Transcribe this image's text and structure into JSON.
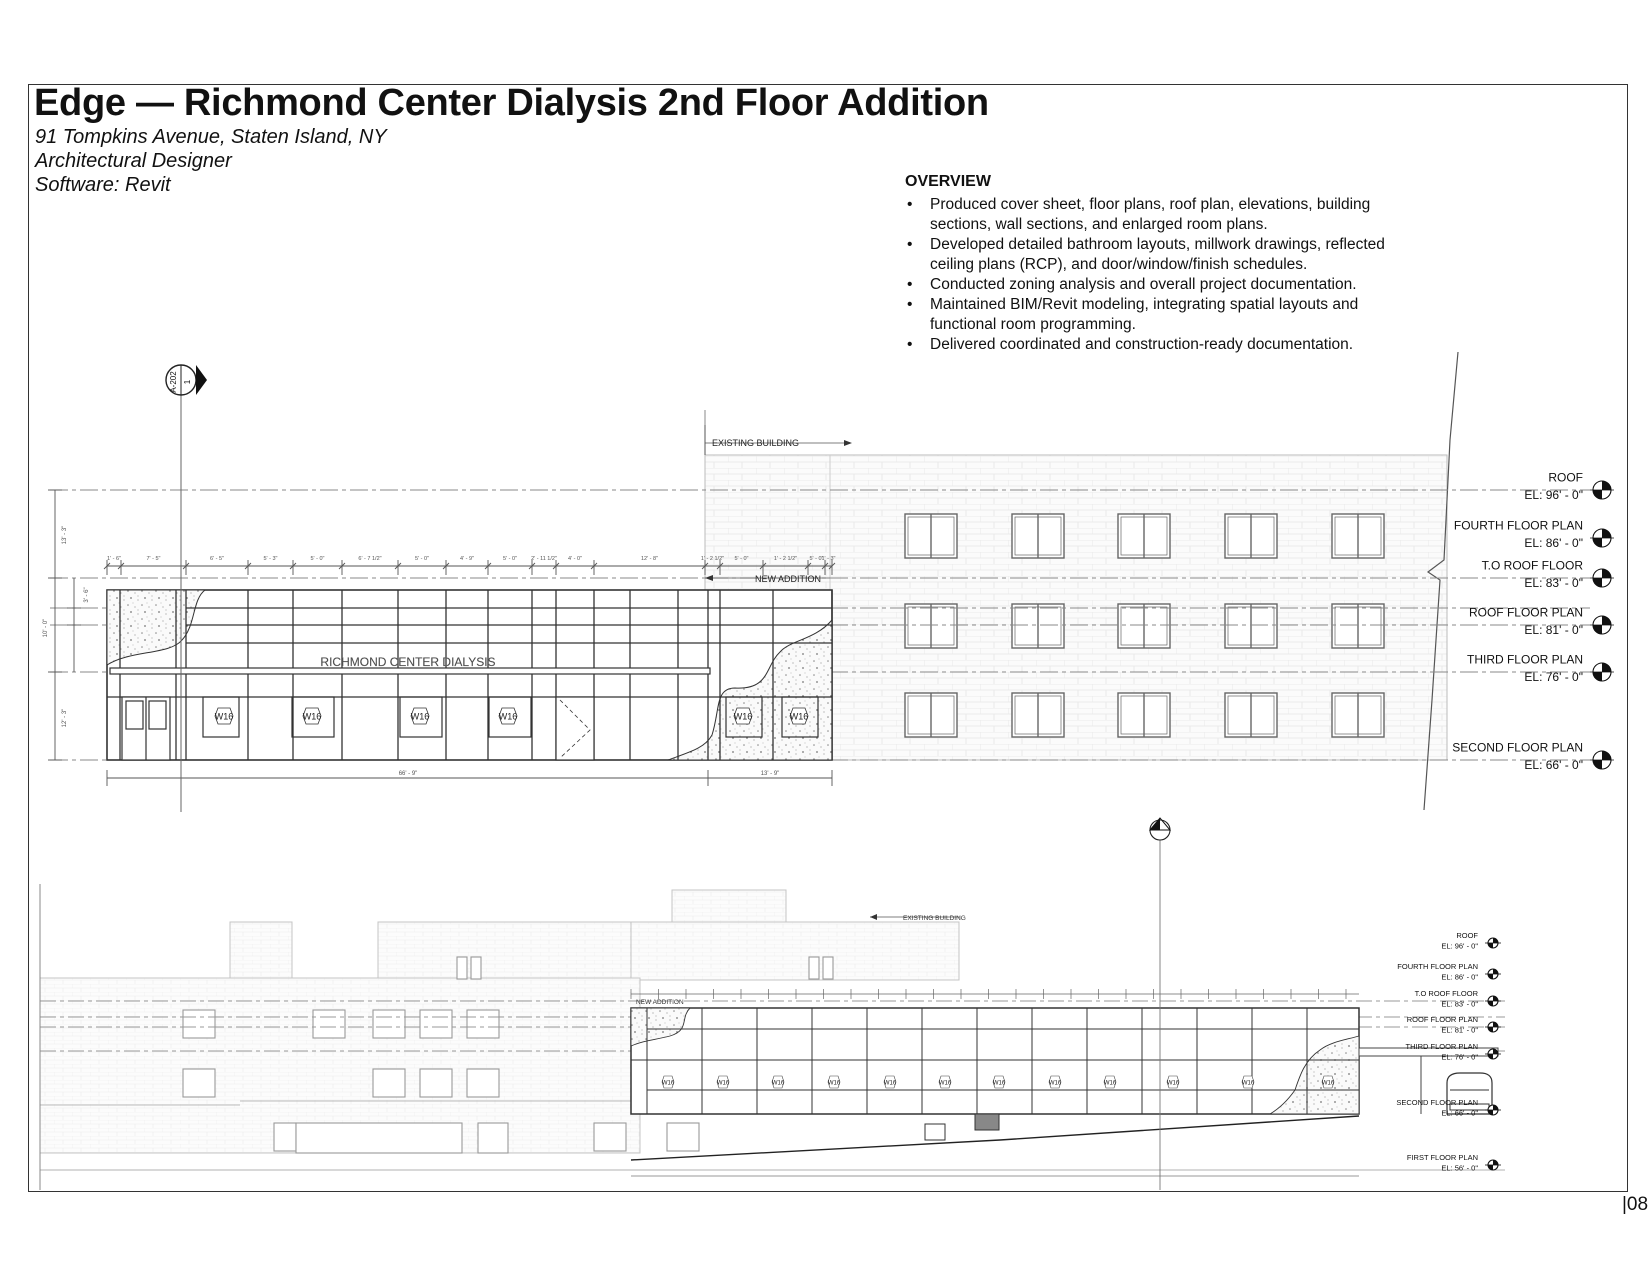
{
  "header": {
    "title": "Edge — Richmond Center Dialysis 2nd Floor Addition",
    "address": "91 Tompkins Avenue, Staten Island, NY",
    "role": "Architectural Designer",
    "software": "Software: Revit"
  },
  "overview": {
    "heading": "OVERVIEW",
    "items": [
      "Produced cover sheet, floor plans, roof plan, elevations, building sections, wall sections, and enlarged room plans.",
      "Developed detailed bathroom layouts, millwork drawings, reflected ceiling plans (RCP), and door/window/finish schedules.",
      "Conducted zoning analysis and overall project documentation.",
      "Maintained BIM/Revit modeling, integrating spatial layouts and functional room programming.",
      "Delivered coordinated and construction-ready documentation."
    ]
  },
  "upper_elevation": {
    "existing_building_tag": "EXISTING BUILDING",
    "new_addition_tag": "NEW ADDITION",
    "signage": "RICHMOND CENTER DIALYSIS",
    "window_tag": "W16",
    "section_ref": "A-202",
    "section_num": "1",
    "levels": [
      {
        "name": "ROOF",
        "el": "EL: 96' - 0\""
      },
      {
        "name": "FOURTH FLOOR PLAN",
        "el": "EL: 86' - 0\""
      },
      {
        "name": "T.O ROOF FLOOR",
        "el": "EL: 83' - 0\""
      },
      {
        "name": "ROOF FLOOR PLAN",
        "el": "EL: 81' - 0\""
      },
      {
        "name": "THIRD FLOOR PLAN",
        "el": "EL: 76' - 0\""
      },
      {
        "name": "SECOND FLOOR PLAN",
        "el": "EL: 66' - 0\""
      }
    ],
    "dims_top": [
      "1' - 6\"",
      "7' - 5\"",
      "6' - 5\"",
      "5' - 3\"",
      "5' - 0\"",
      "6' - 7 1/2\"",
      "5' - 0\"",
      "4' - 9\"",
      "5' - 0\"",
      "2' - 11 1/2\"",
      "4' - 0\"",
      "12' - 8\"",
      "1' - 2 1/2\"",
      "5' - 0\"",
      "1' - 2 1/2\"",
      "5' - 0\"",
      "1' - 3\""
    ],
    "dims_bottom": [
      "66' - 9\"",
      "13' - 9\""
    ],
    "dims_left": [
      "13' - 3\"",
      "10' - 0\"",
      "3' - 6\"",
      "12' - 3\""
    ]
  },
  "lower_elevation": {
    "existing_building_tag": "EXISTING BUILDING",
    "new_addition_tag": "NEW ADDITION",
    "window_tag": "W16",
    "levels": [
      {
        "name": "ROOF",
        "el": "EL: 96' - 0\""
      },
      {
        "name": "FOURTH FLOOR PLAN",
        "el": "EL: 86' - 0\""
      },
      {
        "name": "T.O ROOF FLOOR",
        "el": "EL: 83' - 0\""
      },
      {
        "name": "ROOF FLOOR PLAN",
        "el": "EL: 81' - 0\""
      },
      {
        "name": "THIRD FLOOR PLAN",
        "el": "EL: 76' - 0\""
      },
      {
        "name": "SECOND FLOOR PLAN",
        "el": "EL: 66' - 0\""
      },
      {
        "name": "FIRST FLOOR PLAN",
        "el": "EL: 56' - 0\""
      }
    ]
  },
  "page_number": "|08"
}
